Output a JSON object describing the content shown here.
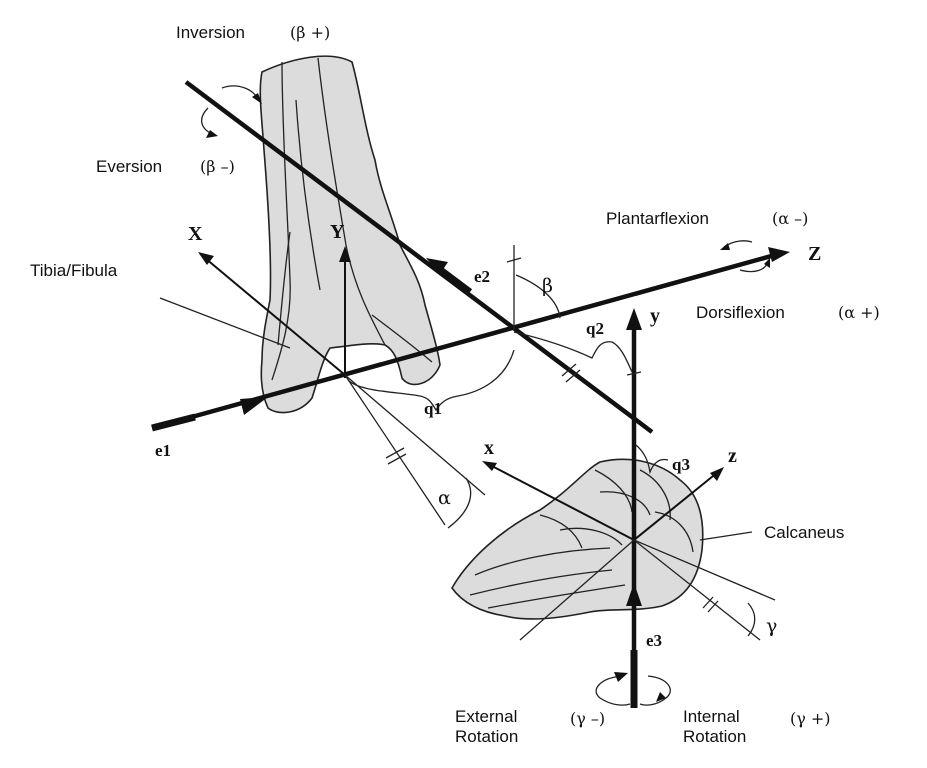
{
  "motions": {
    "inversion": "Inversion",
    "inversion_sign": "(β +)",
    "eversion": "Eversion",
    "eversion_sign": "(β –)",
    "plantarflexion": "Plantarflexion",
    "plantarflexion_sign": "(α –)",
    "dorsiflexion": "Dorsiflexion",
    "dorsiflexion_sign": "(α +)",
    "external_rotation_1": "External",
    "external_rotation_2": "Rotation",
    "external_sign": "(γ –)",
    "internal_rotation_1": "Internal",
    "internal_rotation_2": "Rotation",
    "internal_sign": "(γ +)"
  },
  "bones": {
    "tibia_fibula": "Tibia/Fibula",
    "calcaneus": "Calcaneus"
  },
  "axes": {
    "X": "X",
    "Y": "Y",
    "Z": "Z",
    "x": "x",
    "y": "y",
    "z": "z",
    "e1": "e1",
    "e2": "e2",
    "e3": "e3"
  },
  "angles": {
    "alpha": "α",
    "beta": "β",
    "gamma": "γ"
  },
  "distances": {
    "q1": "q1",
    "q2": "q2",
    "q3": "q3"
  }
}
